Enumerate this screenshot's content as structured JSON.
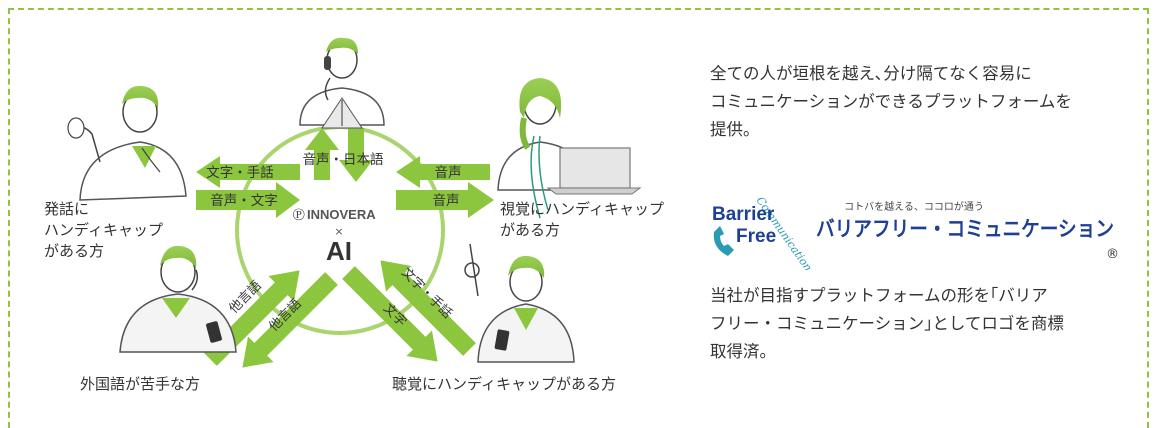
{
  "center": {
    "brand": "INNOVERA",
    "times": "×",
    "ai": "AI"
  },
  "arrows": {
    "top": "音声・日本語",
    "left_upper": "文字・手話",
    "left_lower": "音声・文字",
    "right_upper": "音声",
    "right_lower": "音声",
    "bottom_left_1": "他言語",
    "bottom_left_2": "他言語",
    "bottom_right_1": "文字・手話",
    "bottom_right_2": "文字"
  },
  "persons": {
    "speech_line1": "発話に",
    "speech_line2": "ハンディキャップ",
    "speech_line3": "がある方",
    "vision": "視覚にハンディキャップ",
    "vision_line2": "がある方",
    "foreign": "外国語が苦手な方",
    "hearing": "聴覚にハンディキャップがある方"
  },
  "right": {
    "paragraph1_line1": "全ての人が垣根を越え､分け隔てなく容易に",
    "paragraph1_line2": "コミュニケーションができるプラットフォームを",
    "paragraph1_line3": "提供。",
    "logo_barrier": "Barrier",
    "logo_free": "Free",
    "logo_communication": "Communication",
    "logo_tagline": "コトバを越える、ココロが通う",
    "logo_main": "バリアフリー・コミュニケーション",
    "logo_registered": "®",
    "paragraph2_line1": "当社が目指すプラットフォームの形を｢バリア",
    "paragraph2_line2": "フリー・コミュニケーション｣としてロゴを商標",
    "paragraph2_line3": "取得済。"
  },
  "colors": {
    "accent_green": "#8cc63f",
    "arrow_green": "#8cc63f",
    "circle_green": "#a9d46f",
    "logo_navy": "#1d3f94",
    "logo_teal": "#2a9bb5",
    "text": "#333333"
  }
}
